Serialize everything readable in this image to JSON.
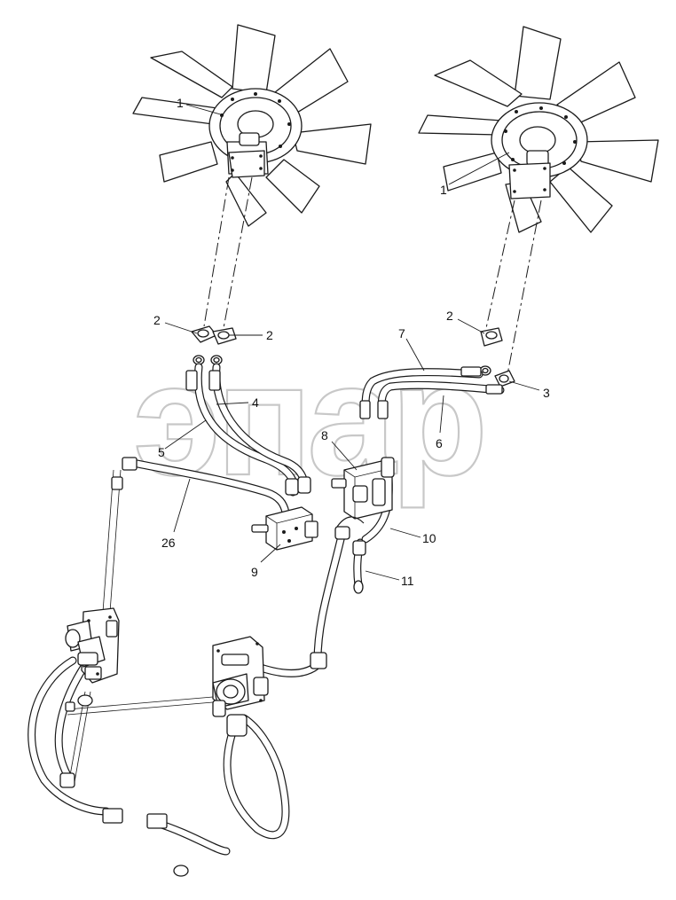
{
  "watermark": {
    "text": "эпар"
  },
  "corner_mark": "",
  "callouts": [
    {
      "id": "c1a",
      "text": "1"
    },
    {
      "id": "c1b",
      "text": "1"
    },
    {
      "id": "c2a",
      "text": "2"
    },
    {
      "id": "c2b",
      "text": "2"
    },
    {
      "id": "c2c",
      "text": "2"
    },
    {
      "id": "c3",
      "text": "3"
    },
    {
      "id": "c4",
      "text": "4"
    },
    {
      "id": "c5",
      "text": "5"
    },
    {
      "id": "c6",
      "text": "6"
    },
    {
      "id": "c7",
      "text": "7"
    },
    {
      "id": "c8",
      "text": "8"
    },
    {
      "id": "c9",
      "text": "9"
    },
    {
      "id": "c10",
      "text": "10"
    },
    {
      "id": "c11",
      "text": "11"
    },
    {
      "id": "c26",
      "text": "26"
    }
  ]
}
